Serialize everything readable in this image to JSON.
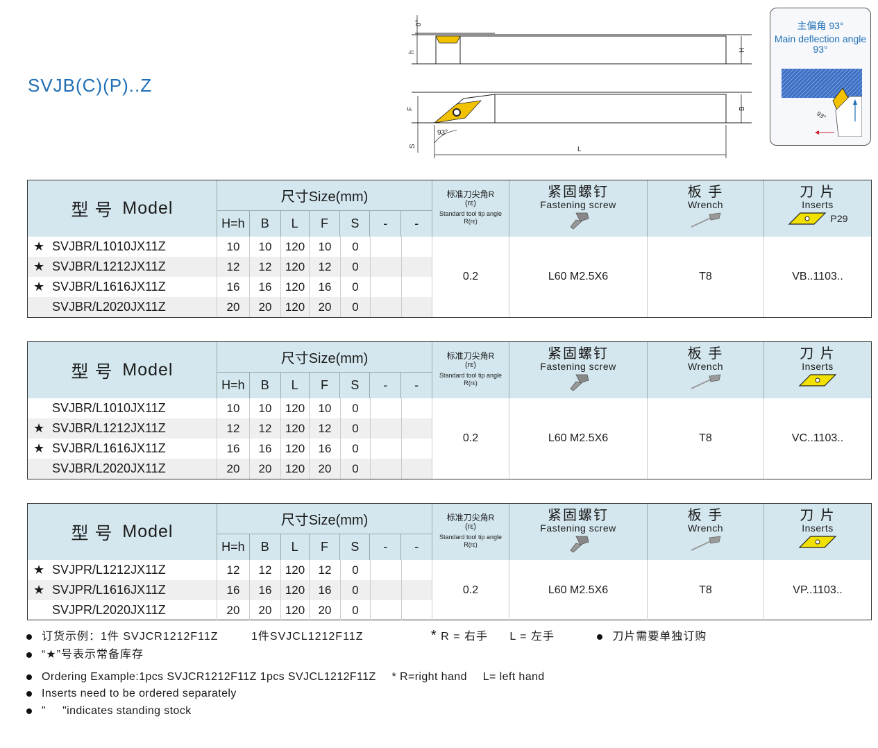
{
  "title": "SVJB(C)(P)..Z",
  "diagram": {
    "angle_zero": "0°",
    "h": "h",
    "H": "H",
    "F": "F",
    "B": "B",
    "S": "S",
    "L": "L",
    "angle_93": "93°"
  },
  "angle_box": {
    "zh": "主偏角 93°",
    "en": "Main deflection angle 93°",
    "angle": "93°"
  },
  "headers": {
    "model_zh": "型  号",
    "model_en": "Model",
    "size": "尺寸Size(mm)",
    "size_cols": [
      "H=h",
      "B",
      "L",
      "F",
      "S",
      "-",
      "-"
    ],
    "tip_zh": "标准刀尖角R",
    "tip_re": "(rε)",
    "tip_en": "Standard tool tip angle R(rε)",
    "screw_zh": "紧固螺钉",
    "screw_en": "Fastening screw",
    "wrench_zh": "板  手",
    "wrench_en": "Wrench",
    "insert_zh": "刀  片",
    "insert_en": "Inserts",
    "insert_code": "P29"
  },
  "tables": [
    {
      "rows": [
        {
          "star": "★",
          "model": "SVJBR/L1010JX11Z",
          "H": "10",
          "B": "10",
          "L": "120",
          "F": "10",
          "S": "0"
        },
        {
          "star": "★",
          "model": "SVJBR/L1212JX11Z",
          "H": "12",
          "B": "12",
          "L": "120",
          "F": "12",
          "S": "0"
        },
        {
          "star": "★",
          "model": "SVJBR/L1616JX11Z",
          "H": "16",
          "B": "16",
          "L": "120",
          "F": "16",
          "S": "0"
        },
        {
          "star": "",
          "model": "SVJBR/L2020JX11Z",
          "H": "20",
          "B": "20",
          "L": "120",
          "F": "20",
          "S": "0"
        }
      ],
      "tip": "0.2",
      "screw": "L60 M2.5X6",
      "wrench": "T8",
      "insert": "VB..1103.."
    },
    {
      "rows": [
        {
          "star": "",
          "model": "SVJBR/L1010JX11Z",
          "H": "10",
          "B": "10",
          "L": "120",
          "F": "10",
          "S": "0"
        },
        {
          "star": "★",
          "model": "SVJBR/L1212JX11Z",
          "H": "12",
          "B": "12",
          "L": "120",
          "F": "12",
          "S": "0"
        },
        {
          "star": "★",
          "model": "SVJBR/L1616JX11Z",
          "H": "16",
          "B": "16",
          "L": "120",
          "F": "16",
          "S": "0"
        },
        {
          "star": "",
          "model": "SVJBR/L2020JX11Z",
          "H": "20",
          "B": "20",
          "L": "120",
          "F": "20",
          "S": "0"
        }
      ],
      "tip": "0.2",
      "screw": "L60 M2.5X6",
      "wrench": "T8",
      "insert": "VC..1103.."
    },
    {
      "rows": [
        {
          "star": "★",
          "model": "SVJPR/L1212JX11Z",
          "H": "12",
          "B": "12",
          "L": "120",
          "F": "12",
          "S": "0"
        },
        {
          "star": "★",
          "model": "SVJPR/L1616JX11Z",
          "H": "16",
          "B": "16",
          "L": "120",
          "F": "16",
          "S": "0"
        },
        {
          "star": "",
          "model": "SVJPR/L2020JX11Z",
          "H": "20",
          "B": "20",
          "L": "120",
          "F": "20",
          "S": "0"
        }
      ],
      "tip": "0.2",
      "screw": "L60 M2.5X6",
      "wrench": "T8",
      "insert": "VP..1103.."
    }
  ],
  "notes_zh": {
    "line1_a": "订货示例：1件 SVJCR1212F11Z",
    "line1_b": "1件SVJCL1212F11Z",
    "line1_star": "*",
    "line1_c": "R = 右手",
    "line1_d": "L = 左手",
    "line1_e": "刀片需要单独订购",
    "line2": "“★”号表示常备库存"
  },
  "notes_en": {
    "line1_a": "Ordering Example:1pcs SVJCR1212F11Z 1pcs SVJCL1212F11Z",
    "line1_b": "* R=right hand",
    "line1_c": "L= left hand",
    "line2": "Inserts need to be ordered separately",
    "line3_quote_open": "\"",
    "line3_quote_close": "\"indicates standing stock"
  }
}
